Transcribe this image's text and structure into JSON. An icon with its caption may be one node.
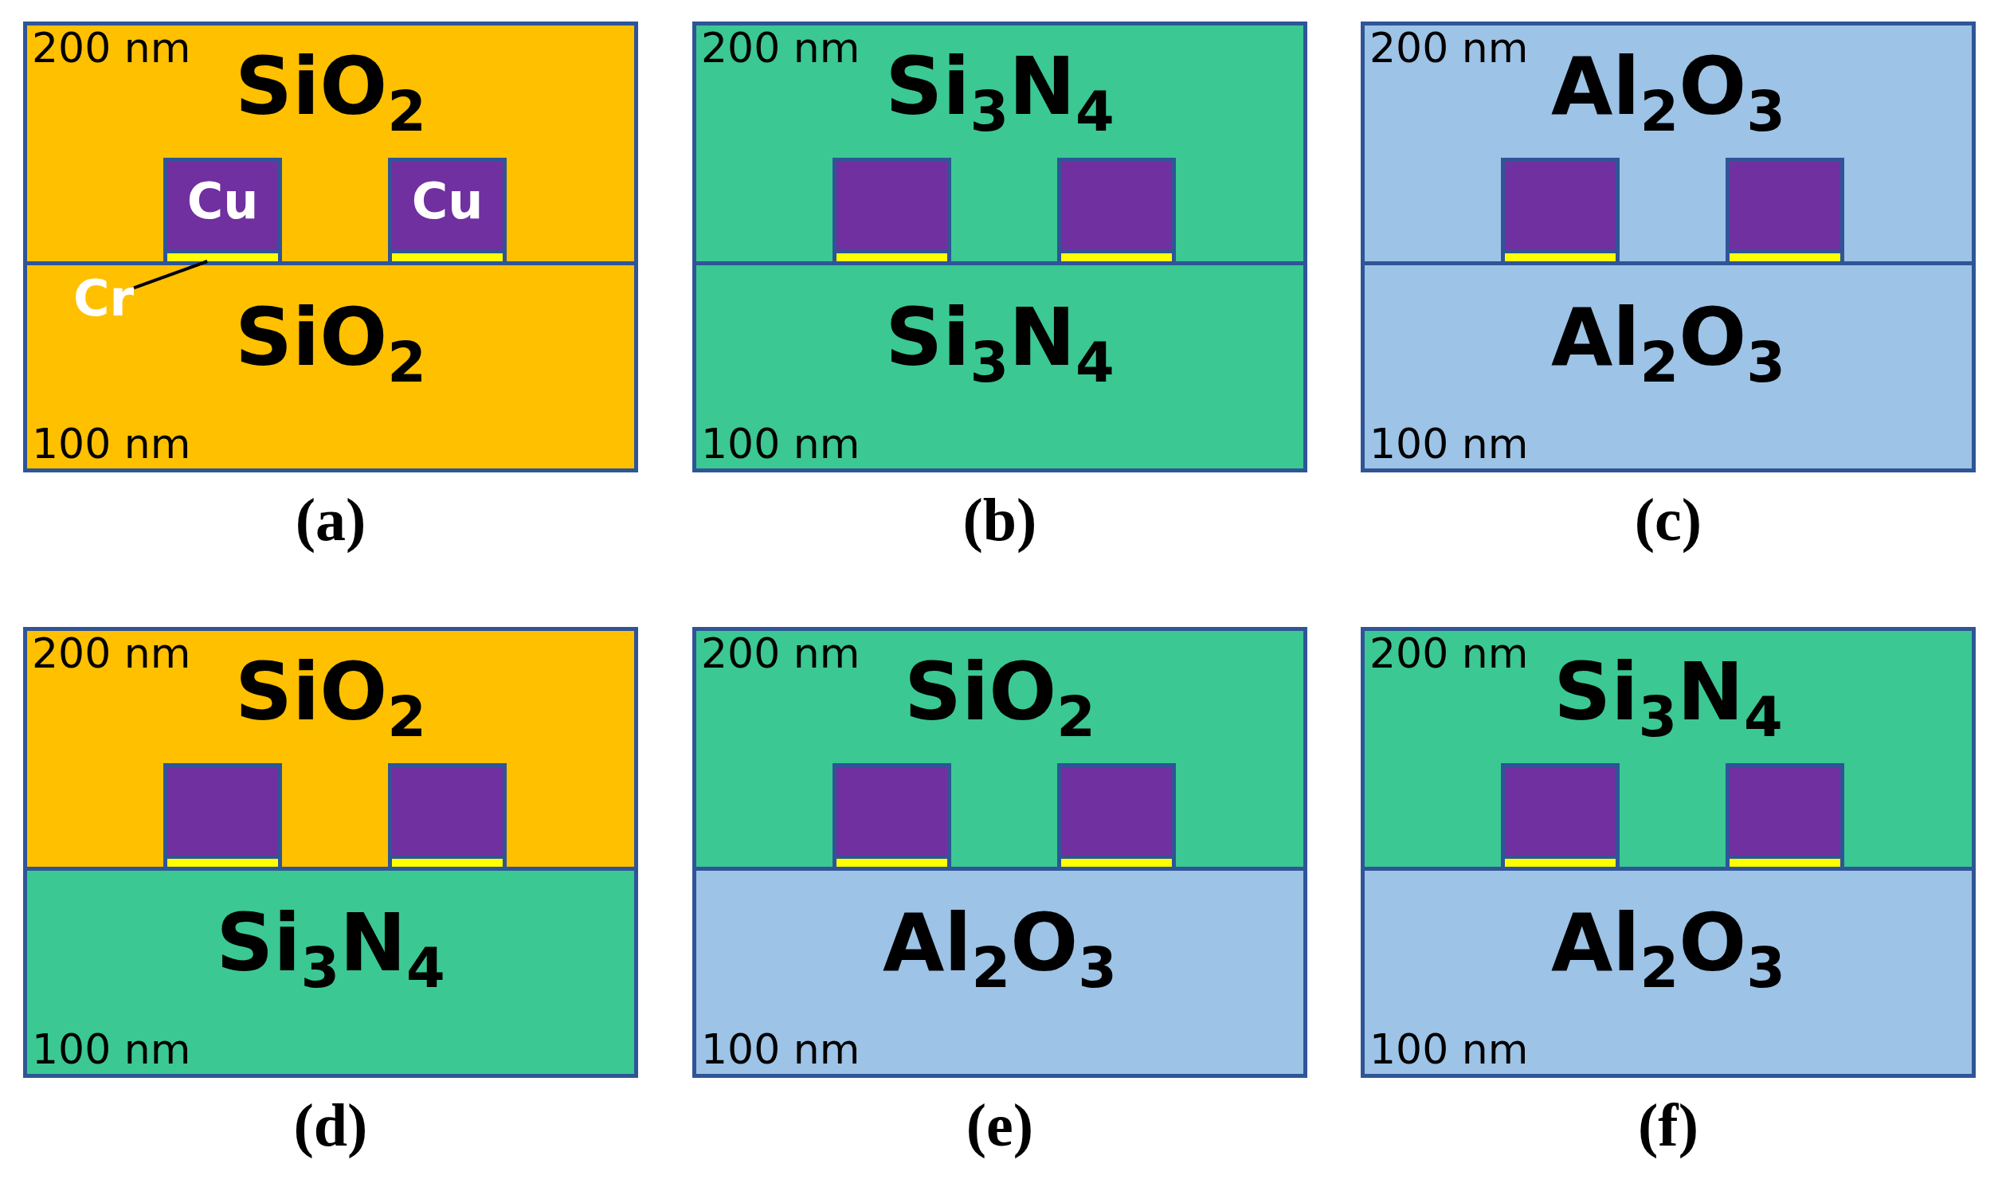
{
  "diagram": {
    "nodes": [
      {
        "text": [],
        "shape": "box",
        "beside": [
          "(a)"
        ]
      },
      {
        "text": [
          "200 nm",
          "SiO$_{2}$"
        ],
        "in": 0
      },
      {
        "text": [
          "Cu"
        ],
        "in": 1
      },
      {
        "text": [],
        "shape": "bar",
        "in": 2
      },
      {
        "text": [
          "Cu"
        ],
        "in": 1
      },
      {
        "text": [
          "SiO$_{2}$",
          "100 nm"
        ],
        "in": 0
      },
      {
        "text": [
          "Cr"
        ],
        "in": 5
      },
      {
        "text": [],
        "shape": "box",
        "beside": [
          "(b)"
        ]
      },
      {
        "text": [
          "200 nm",
          "Si$_{3}$N$_{4}$"
        ],
        "in": 7
      },
      {
        "text": [],
        "shape": "box",
        "in": 8
      },
      {
        "text": [],
        "shape": "box",
        "in": 8
      },
      {
        "text": [
          "Si$_{3}$N$_{4}$",
          "100 nm"
        ],
        "in": 7
      },
      {
        "text": [],
        "shape": "box",
        "beside": [
          "(c)"
        ]
      },
      {
        "text": [
          "200 nm",
          "Al$_{2}$O$_{3}$"
        ],
        "in": 12
      },
      {
        "text": [],
        "shape": "box",
        "in": 13
      },
      {
        "text": [],
        "shape": "box",
        "in": 13
      },
      {
        "text": [
          "Al$_{2}$O$_{3}$",
          "100 nm"
        ],
        "in": 12
      },
      {
        "text": [],
        "shape": "box",
        "beside": [
          "(d)"
        ]
      },
      {
        "text": [
          "200 nm",
          "SiO$_{2}$"
        ],
        "in": 17
      },
      {
        "text": [],
        "shape": "box",
        "in": 18
      },
      {
        "text": [],
        "shape": "box",
        "in": 18
      },
      {
        "text": [
          "Si$_{3}$N$_{4}$",
          "100 nm"
        ],
        "in": 17
      },
      {
        "text": [],
        "shape": "box",
        "beside": [
          "(e)"
        ]
      },
      {
        "text": [
          "200 nm",
          "SiO$_{2}$"
        ],
        "in": 22
      },
      {
        "text": [],
        "shape": "box",
        "in": 23
      },
      {
        "text": [],
        "shape": "box",
        "in": 23
      },
      {
        "text": [
          "Al$_{2}$O$_{3}$",
          "100 nm"
        ],
        "in": 22
      },
      {
        "text": [],
        "shape": "box",
        "beside": [
          "(f)"
        ]
      },
      {
        "text": [
          "200 nm",
          "Si$_{3}$N$_{4}$"
        ],
        "in": 27
      },
      {
        "text": [],
        "shape": "box",
        "in": 28
      },
      {
        "text": [],
        "shape": "box",
        "in": 28
      },
      {
        "text": [
          "Al$_{2}$O$_{3}$",
          "100 nm"
        ],
        "in": 27
      }
    ],
    "edges": [
      {
        "from": 6,
        "to": 3,
        "arrow": "none"
      }
    ]
  }
}
